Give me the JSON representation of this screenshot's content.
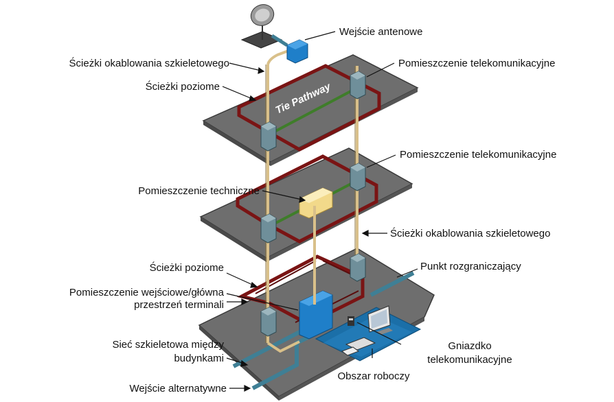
{
  "diagram": {
    "pathway_text": "Tie Pathway",
    "labels": {
      "antenna_entrance": "Wejście antenowe",
      "backbone_paths_top": "Ścieżki okablowania szkieletowego",
      "horizontal_paths_top": "Ścieżki poziome",
      "telecom_room_top": "Pomieszczenie telekomunikacyjne",
      "telecom_room_mid": "Pomieszczenie telekomunikacyjne",
      "equipment_room": "Pomieszczenie techniczne",
      "backbone_paths_mid": "Ścieżki okablowania szkieletowego",
      "horizontal_paths_bottom": "Ścieżki poziome",
      "demarcation_point": "Punkt rozgraniczający",
      "entrance_room_line1": "Pomieszczenie wejściowe/główna",
      "entrance_room_line2": "przestrzeń terminali",
      "campus_backbone_line1": "Sieć szkieletowa między",
      "campus_backbone_line2": "budynkami",
      "telecom_outlet_line1": "Gniazdko",
      "telecom_outlet_line2": "telekomunikacyjne",
      "work_area": "Obszar roboczy",
      "alternate_entrance": "Wejście alternatywne"
    },
    "colors": {
      "floor": "#6e6e6e",
      "floor_edge": "#3a3a3a",
      "horizontal_path": "#7a1414",
      "backbone": "#d9c08a",
      "tie_pathway": "#3f7d2a",
      "telecom_closet": "#6f8f9a",
      "equipment_box": "#f2d98a",
      "entrance_box": "#1f7fc9",
      "work_area": "#1b6fa8",
      "conduit": "#3f7f95"
    }
  }
}
